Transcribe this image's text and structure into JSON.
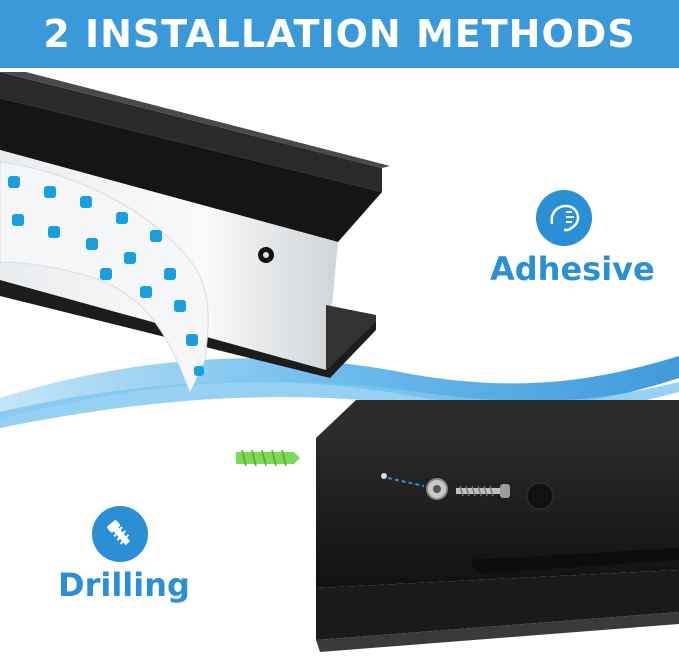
{
  "banner": {
    "title": "2 INSTALLATION METHODS"
  },
  "methods": [
    {
      "label": "Adhesive",
      "icon": "adhesive-icon"
    },
    {
      "label": "Drilling",
      "icon": "screw-icon"
    }
  ],
  "colors": {
    "banner": "#3a9ad9",
    "accent": "#2b8fd6",
    "rack": "#1e1e1e",
    "anchor": "#7ed957",
    "tape": "#1a9ee0"
  }
}
